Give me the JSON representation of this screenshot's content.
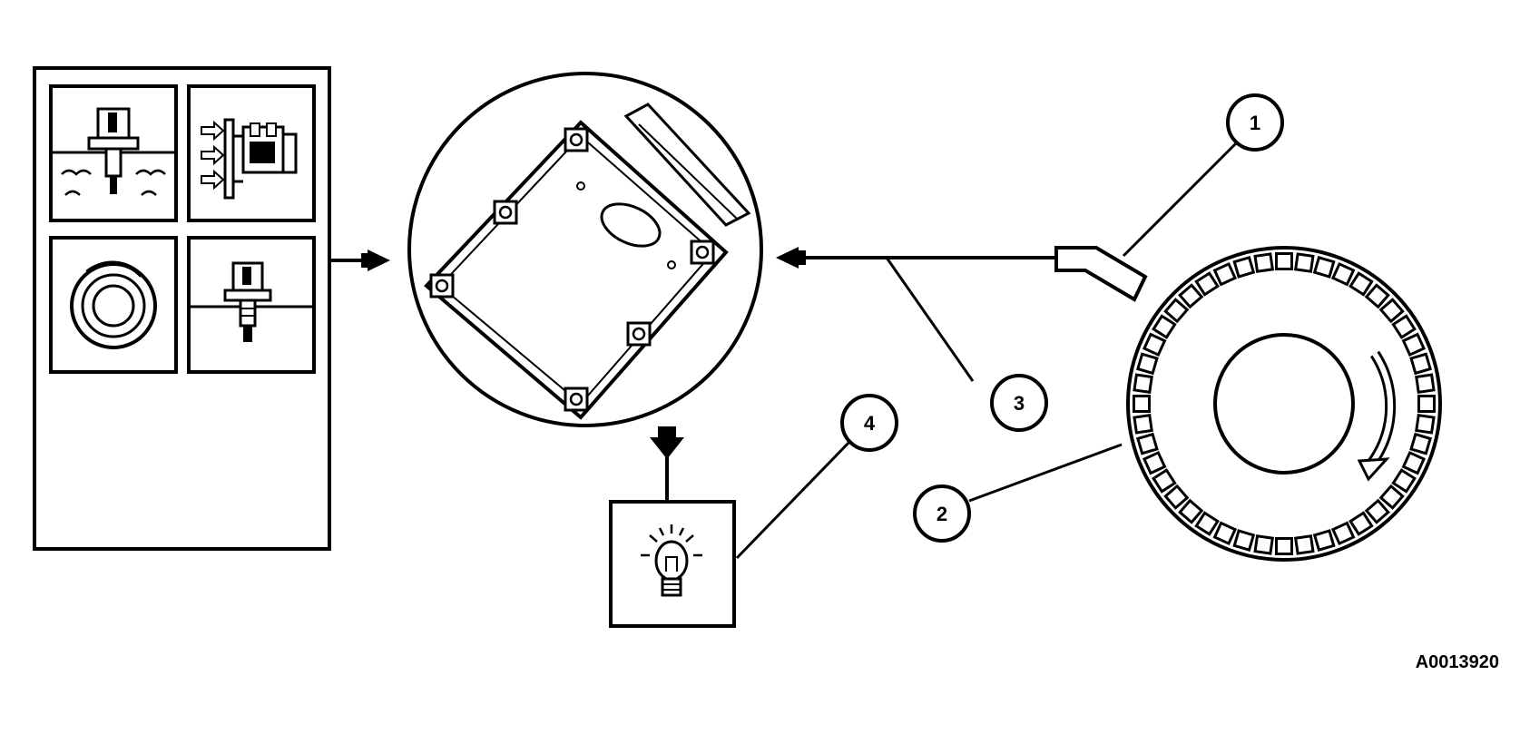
{
  "figure": {
    "id": "A0013920"
  },
  "callouts": [
    {
      "number": "1"
    },
    {
      "number": "2"
    },
    {
      "number": "3"
    },
    {
      "number": "4"
    }
  ],
  "colors": {
    "ink": "#000000",
    "paper": "#ffffff"
  },
  "icons": {
    "sensor_panel": [
      "fluid-level-sensor-icon",
      "air-flow-sensor-icon",
      "rotation-sensor-icon",
      "pressure-switch-icon"
    ],
    "control_module": "control-module-icon",
    "wheel": "tone-ring-wheel-icon",
    "warning_lamp": "warning-lamp-icon"
  }
}
